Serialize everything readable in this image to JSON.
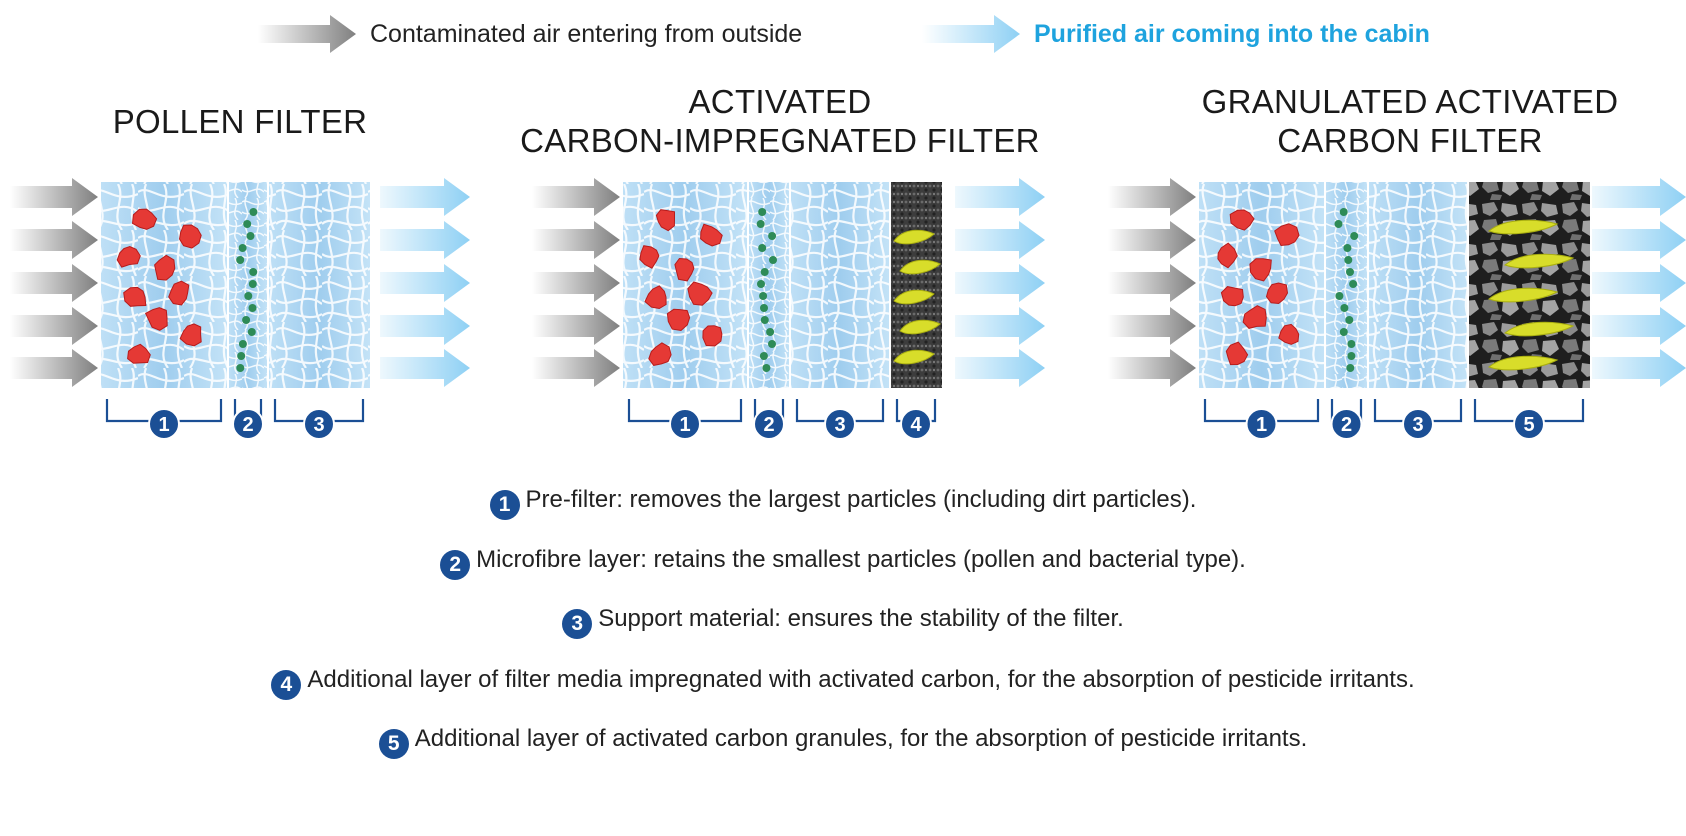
{
  "legend": {
    "outside": {
      "label": "Contaminated air entering from outside",
      "color": "#808080"
    },
    "cabin": {
      "label": "Purified air coming into the cabin",
      "color": "#1ea3de"
    }
  },
  "filters": [
    {
      "id": "pollen",
      "title_lines": [
        "POLLEN FILTER"
      ],
      "layers": [
        "1",
        "2",
        "3"
      ]
    },
    {
      "id": "activated-carbon-impregnated",
      "title_lines": [
        "ACTIVATED",
        "CARBON-IMPREGNATED FILTER"
      ],
      "layers": [
        "1",
        "2",
        "3",
        "4"
      ]
    },
    {
      "id": "granulated-activated-carbon",
      "title_lines": [
        "GRANULATED ACTIVATED",
        "CARBON FILTER"
      ],
      "layers": [
        "1",
        "2",
        "3",
        "5"
      ]
    }
  ],
  "descriptions": [
    {
      "number": "1",
      "text": "Pre-filter: removes the largest particles (including dirt particles)."
    },
    {
      "number": "2",
      "text": "Microfibre layer: retains the smallest particles (pollen and bacterial type)."
    },
    {
      "number": "3",
      "text": "Support material: ensures the stability of the filter."
    },
    {
      "number": "4",
      "text": "Additional layer of filter media impregnated with activated carbon, for the absorption of pesticide irritants."
    },
    {
      "number": "5",
      "text": "Additional layer of activated carbon granules, for the absorption of pesticide irritants."
    }
  ],
  "colors": {
    "badge": "#1b4f95",
    "bracket": "#1b4f95",
    "particle": "#e53935",
    "pollen": "#2e8b57",
    "irritant": "#d8dd2a",
    "fibre_bg": "#a9d4f2"
  }
}
